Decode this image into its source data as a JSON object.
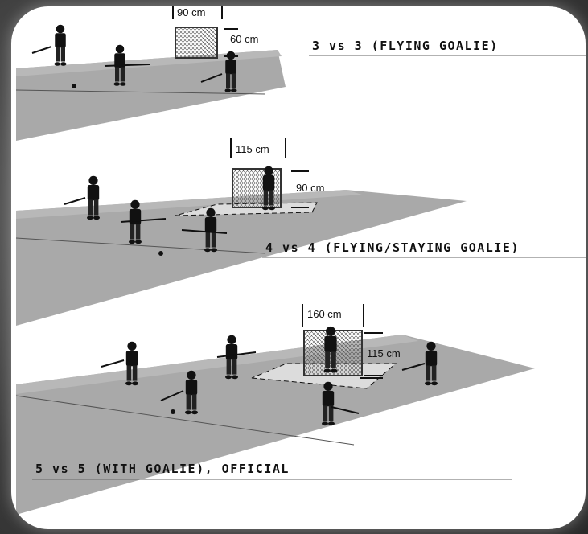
{
  "colors": {
    "field": "#a9a9a9",
    "field_shadow": "#8c8c8c",
    "ink": "#111111",
    "rule": "#666666"
  },
  "sections": [
    {
      "heading": "3 vs 3 (FLYING GOALIE)",
      "goal_width": "90 cm",
      "goal_height": "60 cm"
    },
    {
      "heading": "4 vs 4 (FLYING/STAYING GOALIE)",
      "goal_width": "115 cm",
      "goal_height": "90 cm"
    },
    {
      "heading": "5 vs 5 (WITH GOALIE), OFFICIAL",
      "goal_width": "160 cm",
      "goal_height": "115 cm"
    }
  ]
}
